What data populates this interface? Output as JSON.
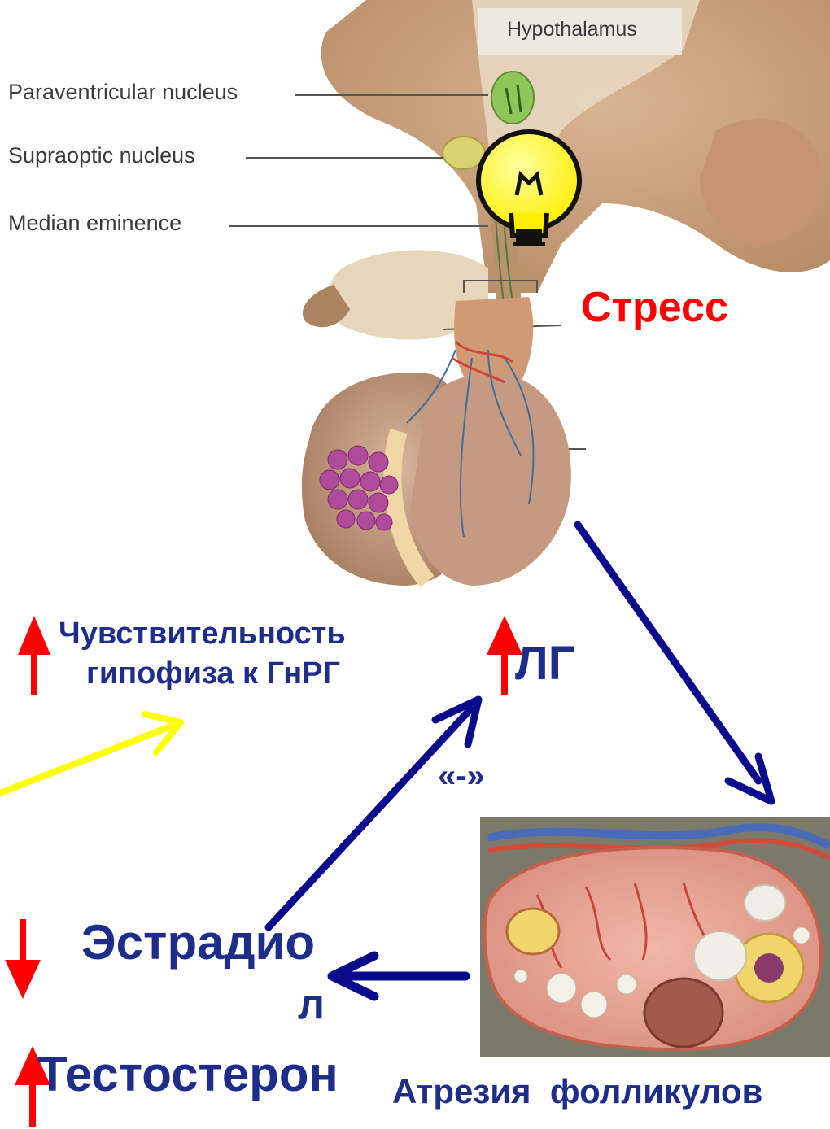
{
  "anatomy_labels": {
    "hypothalamus": "Hypothalamus",
    "paraventricular": "Paraventricular nucleus",
    "supraoptic": "Supraoptic nucleus",
    "median_eminence": "Median eminence"
  },
  "labels": {
    "stress": "Стресс",
    "sensitivity_line1": "Чувствительность",
    "sensitivity_line2": "гипофиза к ГнРГ",
    "lh": "ЛГ",
    "negative_feedback": "«-»",
    "estradiol_line1": "Эстрадио",
    "estradiol_line2": "л",
    "testosterone": "Тестостерон",
    "atresia": "Атрезия  фолликулов"
  },
  "colors": {
    "red": "#ff0000",
    "navy": "#0a0a8c",
    "yellow": "#ffff00",
    "label_blue": "#1f2d8a"
  }
}
